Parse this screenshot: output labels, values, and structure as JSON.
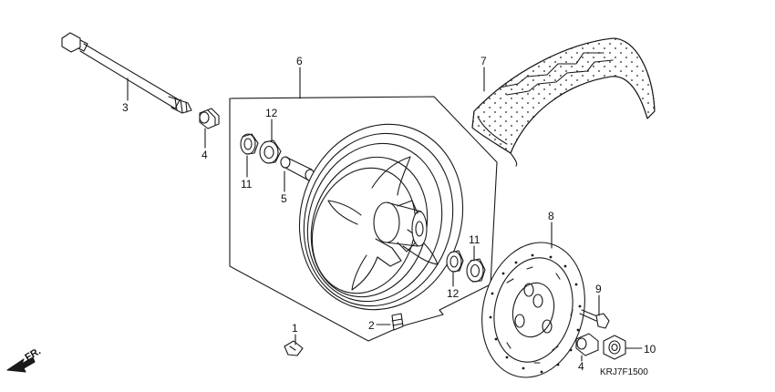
{
  "diagram": {
    "callouts": [
      {
        "id": "c1",
        "text": "1"
      },
      {
        "id": "c2",
        "text": "2"
      },
      {
        "id": "c3",
        "text": "3"
      },
      {
        "id": "c4a",
        "text": "4"
      },
      {
        "id": "c4b",
        "text": "4"
      },
      {
        "id": "c5",
        "text": "5"
      },
      {
        "id": "c6",
        "text": "6"
      },
      {
        "id": "c7",
        "text": "7"
      },
      {
        "id": "c8",
        "text": "8"
      },
      {
        "id": "c9",
        "text": "9"
      },
      {
        "id": "c10",
        "text": "10"
      },
      {
        "id": "c11a",
        "text": "11"
      },
      {
        "id": "c11b",
        "text": "11"
      },
      {
        "id": "c12a",
        "text": "12"
      },
      {
        "id": "c12b",
        "text": "12"
      }
    ],
    "direction_label": "FR.",
    "diagram_code": "KRJ7F1500",
    "line_color": "#1a1a1a"
  }
}
